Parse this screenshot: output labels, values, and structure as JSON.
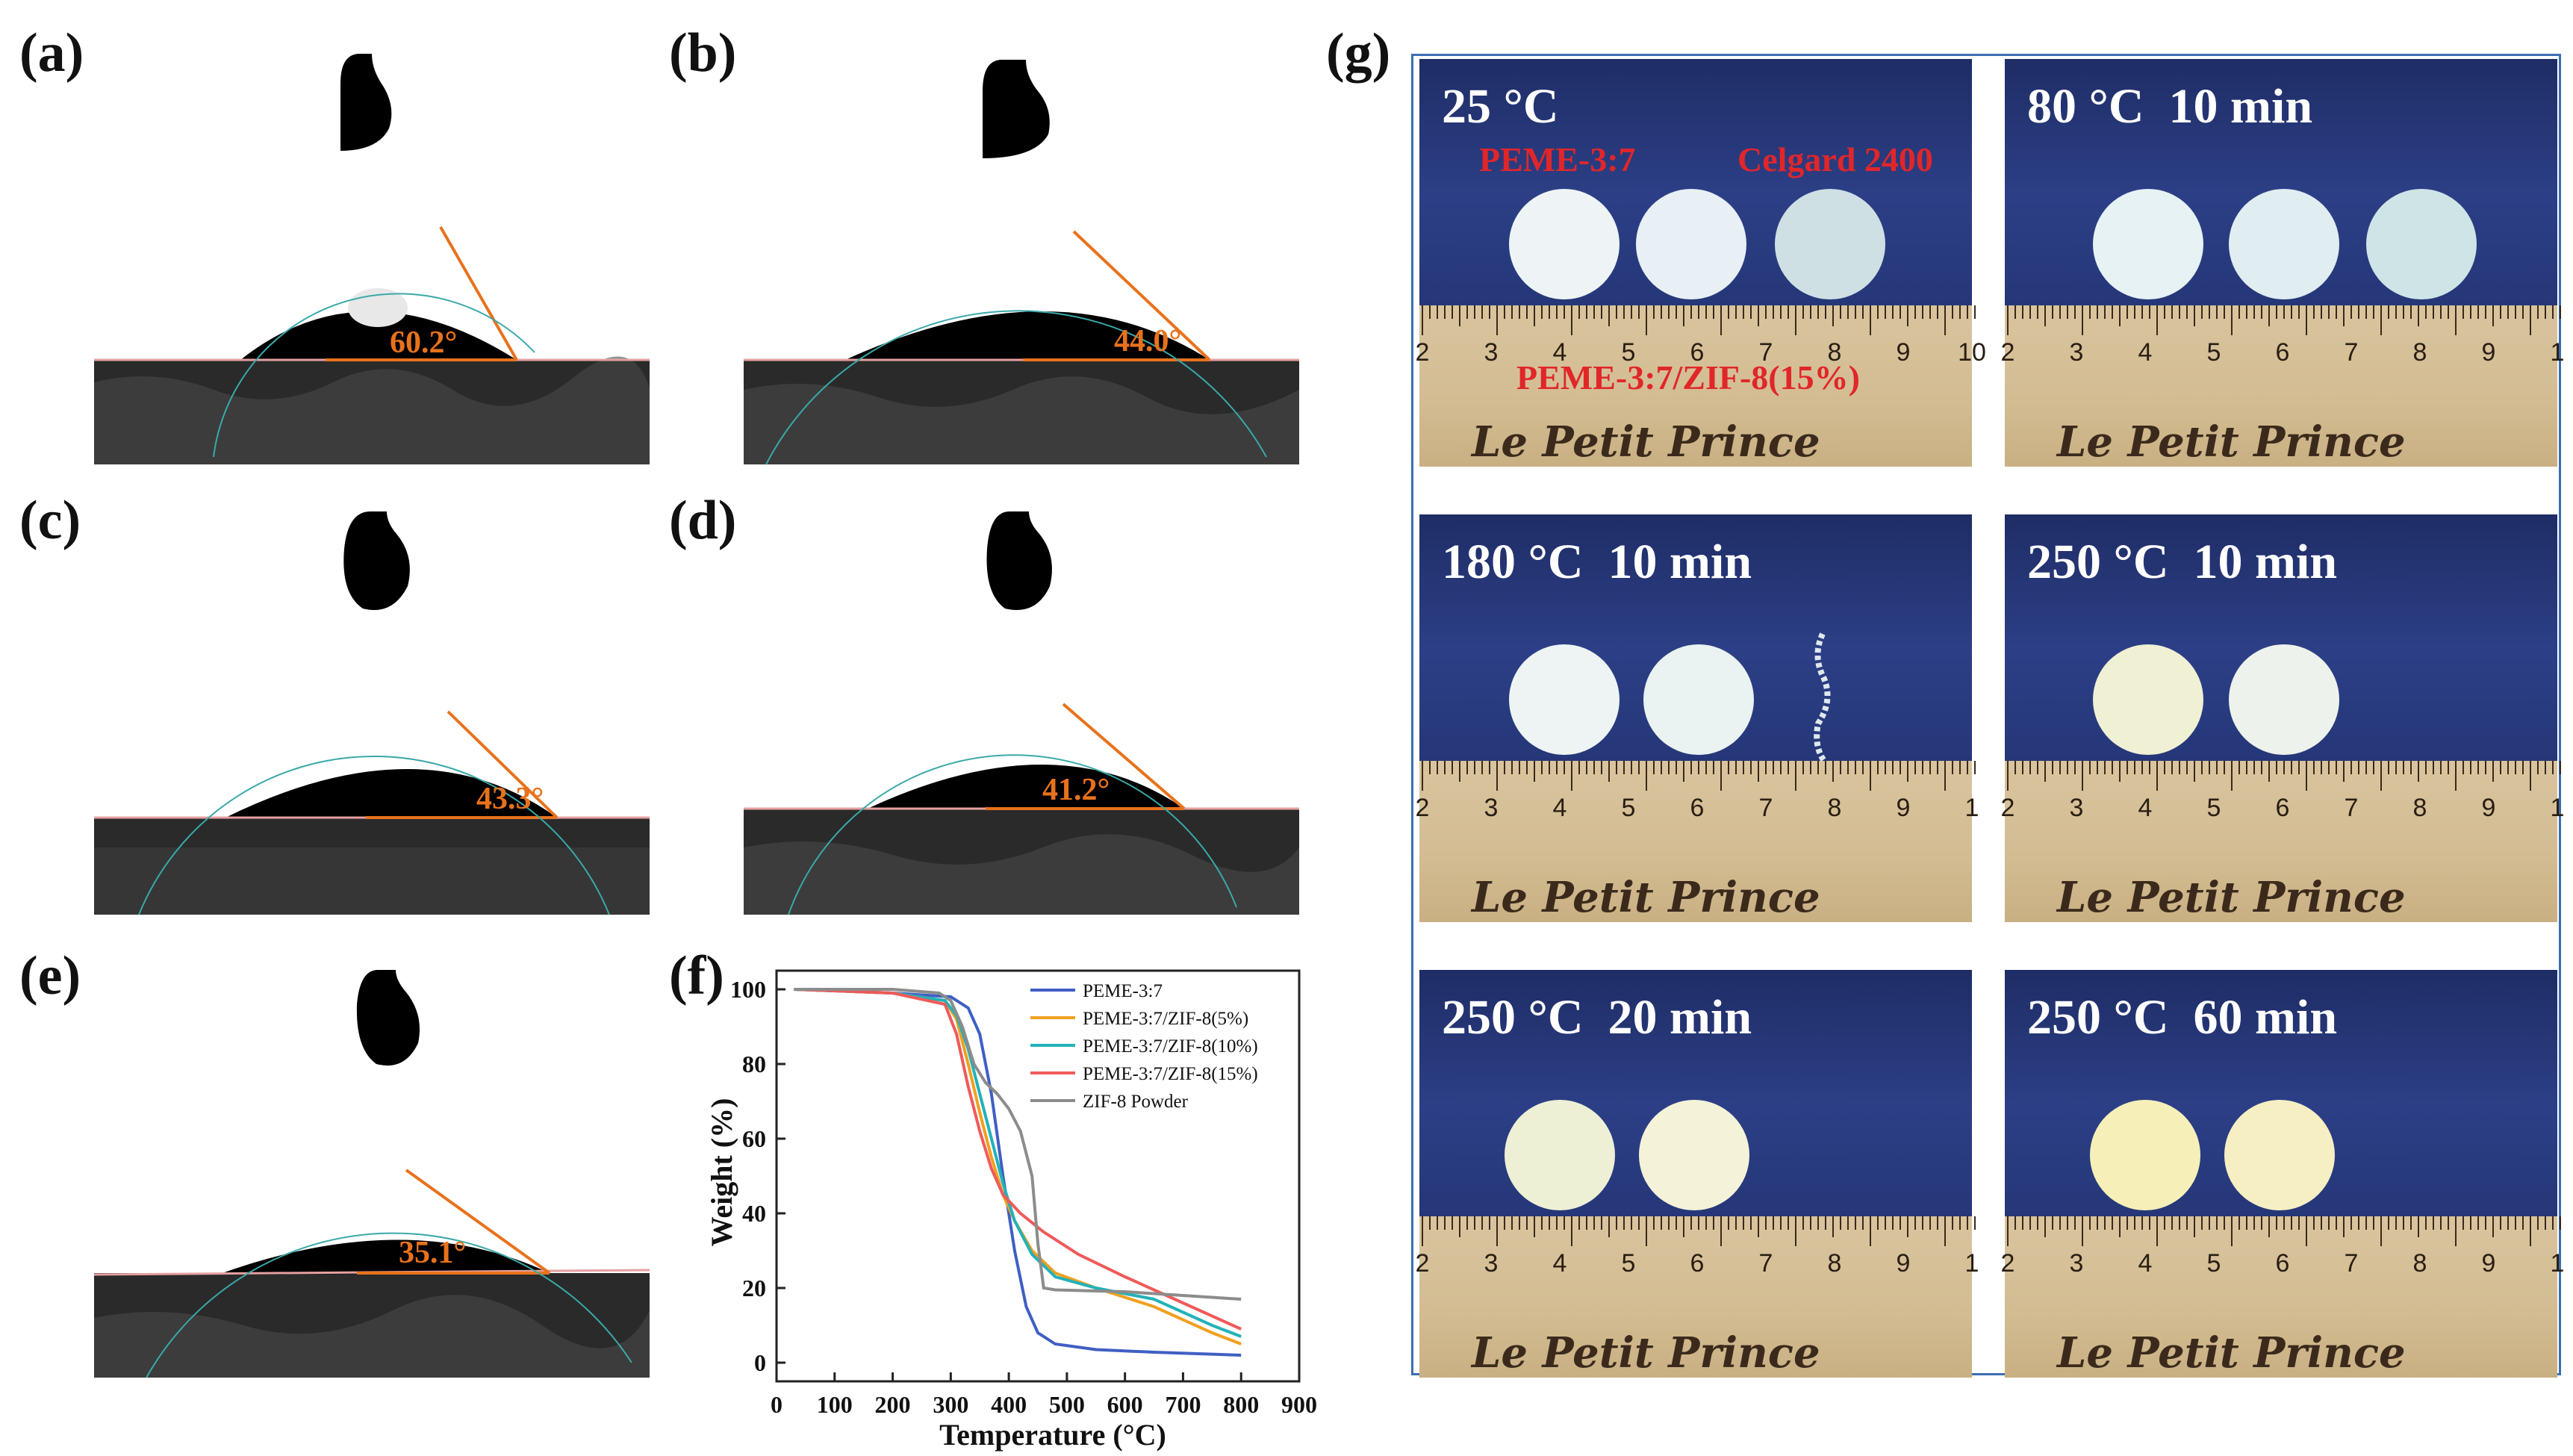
{
  "labels": {
    "a": "(a)",
    "b": "(b)",
    "c": "(c)",
    "d": "(d)",
    "e": "(e)",
    "f": "(f)",
    "g": "(g)"
  },
  "contact_angles": {
    "a": "60.2°",
    "b": "44.0°",
    "c": "43.3°",
    "d": "41.2°",
    "e": "35.1°"
  },
  "colors": {
    "angle_line": "#e8721c",
    "photo_border": "#3c6fb0",
    "label_red": "#e1262a"
  },
  "chart_data": {
    "type": "line",
    "xlabel": "Temperature (°C)",
    "ylabel": "Weight (%)",
    "xlim": [
      0,
      900
    ],
    "ylim": [
      -5,
      105
    ],
    "xticks": [
      "0",
      "100",
      "200",
      "300",
      "400",
      "500",
      "600",
      "700",
      "800",
      "900"
    ],
    "yticks": [
      "0",
      "20",
      "40",
      "60",
      "80",
      "100"
    ],
    "legend_position": "top-right",
    "series": [
      {
        "name": "PEME-3:7",
        "color": "#3f5fc4",
        "x": [
          30,
          200,
          300,
          330,
          350,
          370,
          390,
          410,
          430,
          450,
          480,
          550,
          650,
          800
        ],
        "y": [
          100,
          99,
          98,
          95,
          88,
          72,
          50,
          30,
          15,
          8,
          5,
          3.5,
          2.8,
          2
        ]
      },
      {
        "name": "PEME-3:7/ZIF-8(5%)",
        "color": "#f0a020",
        "x": [
          30,
          200,
          290,
          310,
          330,
          350,
          370,
          390,
          410,
          440,
          480,
          550,
          650,
          750,
          800
        ],
        "y": [
          100,
          99,
          97,
          92,
          80,
          67,
          55,
          45,
          38,
          30,
          24,
          20,
          15,
          8,
          5
        ]
      },
      {
        "name": "PEME-3:7/ZIF-8(10%)",
        "color": "#22b2b8",
        "x": [
          30,
          200,
          290,
          310,
          330,
          350,
          370,
          390,
          410,
          440,
          480,
          550,
          650,
          750,
          800
        ],
        "y": [
          100,
          99,
          97,
          93,
          84,
          72,
          60,
          48,
          38,
          29,
          23,
          20,
          17,
          10,
          7
        ]
      },
      {
        "name": "PEME-3:7/ZIF-8(15%)",
        "color": "#f05a5a",
        "x": [
          30,
          200,
          290,
          310,
          330,
          350,
          370,
          390,
          420,
          460,
          520,
          600,
          700,
          800
        ],
        "y": [
          100,
          99,
          96,
          88,
          74,
          62,
          52,
          45,
          40,
          35,
          29,
          23,
          16,
          9
        ]
      },
      {
        "name": "ZIF-8 Powder",
        "color": "#8c8c8c",
        "x": [
          30,
          200,
          280,
          300,
          320,
          340,
          360,
          380,
          400,
          420,
          440,
          450,
          460,
          480,
          600,
          700,
          800
        ],
        "y": [
          100,
          100,
          99,
          97,
          90,
          80,
          75,
          72,
          68,
          62,
          50,
          32,
          20,
          19.5,
          19,
          18,
          17
        ]
      }
    ]
  },
  "photos": [
    {
      "title": "25 °C",
      "labels": [
        "PEME-3:7",
        "Celgard 2400",
        "PEME-3:7/ZIF-8(15%)"
      ],
      "brand": "Le Petit Prince",
      "ruler": [
        "2",
        "3",
        "4",
        "5",
        "6",
        "7",
        "8",
        "9",
        "10"
      ]
    },
    {
      "title": "80 °C  10 min",
      "brand": "Le Petit Prince",
      "ruler": [
        "2",
        "3",
        "4",
        "5",
        "6",
        "7",
        "8",
        "9",
        "1"
      ]
    },
    {
      "title": "180 °C  10 min",
      "brand": "Le Petit Prince",
      "ruler": [
        "2",
        "3",
        "4",
        "5",
        "6",
        "7",
        "8",
        "9",
        "1"
      ]
    },
    {
      "title": "250 °C  10 min",
      "brand": "Le Petit Prince",
      "ruler": [
        "2",
        "3",
        "4",
        "5",
        "6",
        "7",
        "8",
        "9",
        "1"
      ]
    },
    {
      "title": "250 °C  20 min",
      "brand": "Le Petit Prince",
      "ruler": [
        "2",
        "3",
        "4",
        "5",
        "6",
        "7",
        "8",
        "9",
        "1"
      ]
    },
    {
      "title": "250 °C  60 min",
      "brand": "Le Petit Prince",
      "ruler": [
        "2",
        "3",
        "4",
        "5",
        "6",
        "7",
        "8",
        "9",
        "1"
      ]
    }
  ]
}
